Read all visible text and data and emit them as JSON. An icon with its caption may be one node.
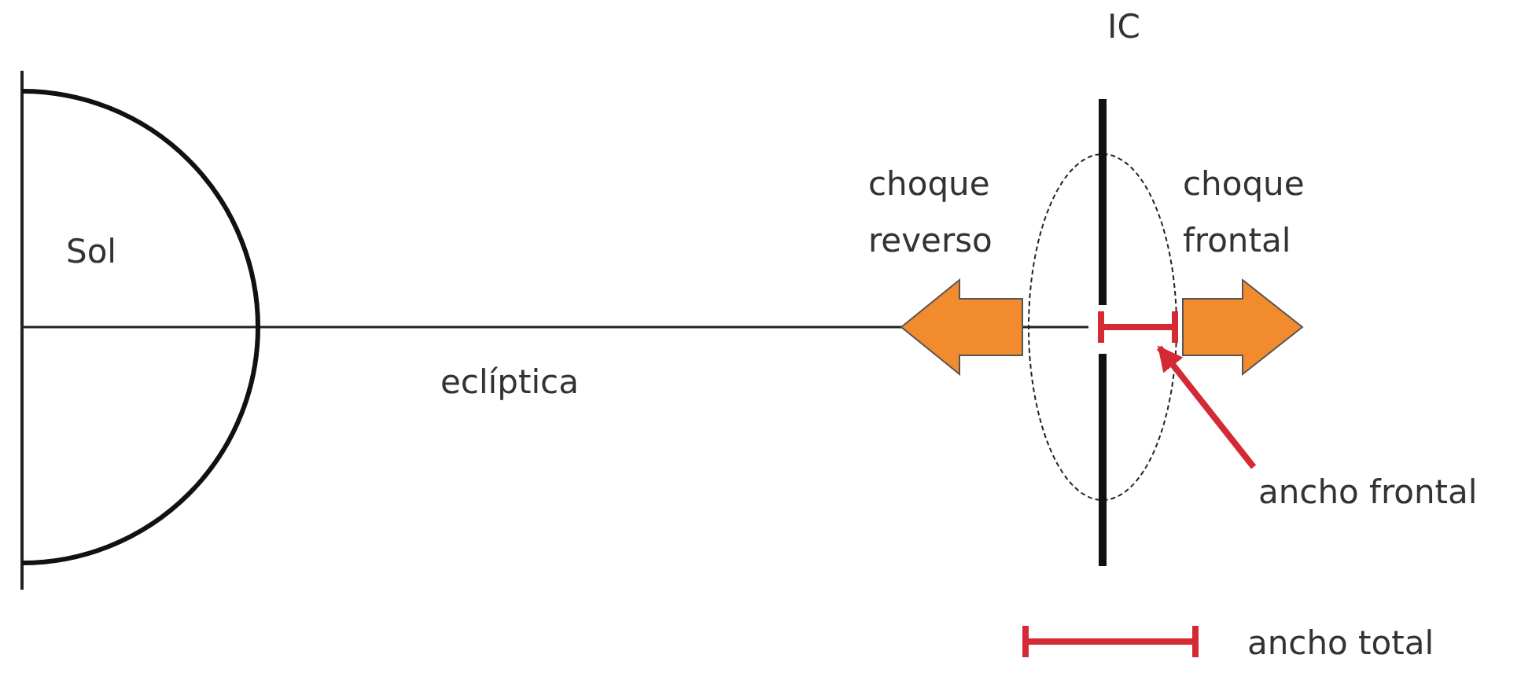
{
  "diagram": {
    "nodes": [
      {
        "text": [
          "Sol"
        ]
      },
      {
        "text": [
          "ancho frontal"
        ]
      },
      {
        "text": [],
        "shape": "bar"
      }
    ],
    "edges": [
      {
        "from": 1,
        "to": 2,
        "arrow": "to",
        "color": "#d42a35"
      }
    ],
    "labels": [
      "IC",
      "choque reverso",
      "choque frontal",
      "eclíptica",
      "ancho total"
    ]
  }
}
